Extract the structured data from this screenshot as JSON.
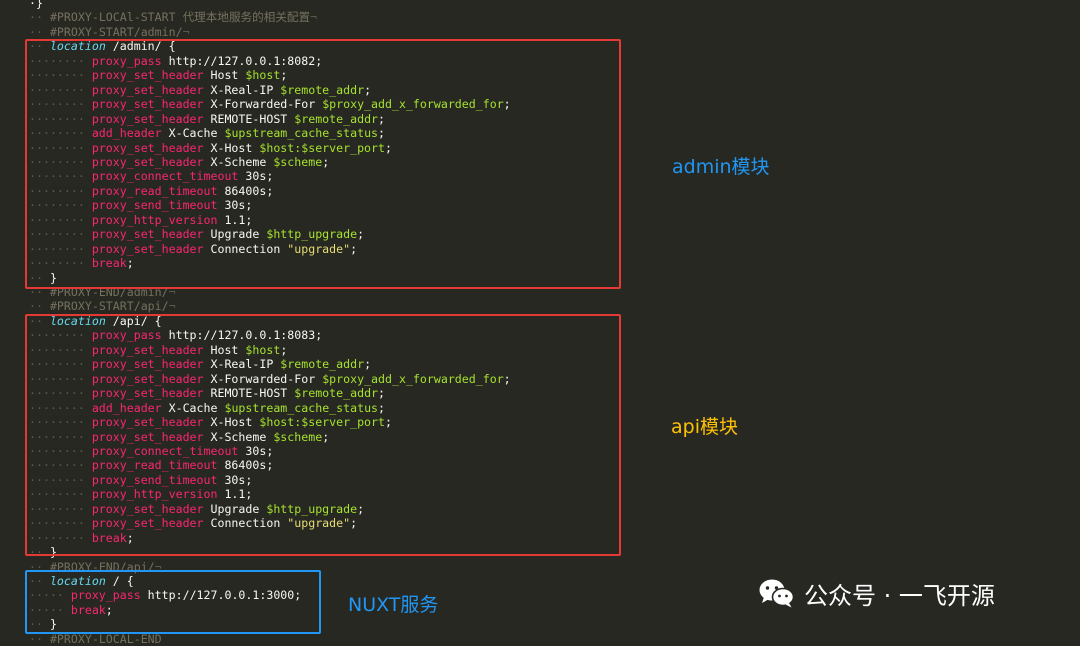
{
  "colors": {
    "background": "#272822",
    "box_admin": "#e53935",
    "box_api": "#e53935",
    "box_nuxt": "#2196f3",
    "label_admin": "#2196f3",
    "label_api": "#ffc107",
    "label_nuxt": "#2196f3"
  },
  "code": {
    "lines": [
      {
        "segs": [
          {
            "t": "·}",
            "c": "punc"
          }
        ]
      },
      {
        "segs": [
          {
            "t": "·· ",
            "c": "dots"
          },
          {
            "t": "#PROXY-LOCAl-START 代理本地服务的相关配置",
            "c": "comment"
          },
          {
            "t": "¬",
            "c": "nl"
          }
        ]
      },
      {
        "segs": [
          {
            "t": "·· ",
            "c": "dots"
          },
          {
            "t": "#PROXY-START/admin/",
            "c": "comment"
          },
          {
            "t": "¬",
            "c": "nl"
          }
        ]
      },
      {
        "segs": [
          {
            "t": "·· ",
            "c": "dots"
          },
          {
            "t": "location",
            "c": "kw"
          },
          {
            "t": " /admin/ {",
            "c": "val"
          }
        ]
      },
      {
        "segs": [
          {
            "t": "········ ",
            "c": "dots"
          },
          {
            "t": "proxy_pass",
            "c": "dir"
          },
          {
            "t": " http://127.0.0.1:8082;",
            "c": "val"
          }
        ]
      },
      {
        "segs": [
          {
            "t": "········ ",
            "c": "dots"
          },
          {
            "t": "proxy_set_header",
            "c": "dir"
          },
          {
            "t": " Host ",
            "c": "val"
          },
          {
            "t": "$host",
            "c": "var"
          },
          {
            "t": ";",
            "c": "punc"
          }
        ]
      },
      {
        "segs": [
          {
            "t": "········ ",
            "c": "dots"
          },
          {
            "t": "proxy_set_header",
            "c": "dir"
          },
          {
            "t": " X-Real-IP ",
            "c": "val"
          },
          {
            "t": "$remote_addr",
            "c": "var"
          },
          {
            "t": ";",
            "c": "punc"
          }
        ]
      },
      {
        "segs": [
          {
            "t": "········ ",
            "c": "dots"
          },
          {
            "t": "proxy_set_header",
            "c": "dir"
          },
          {
            "t": " X-Forwarded-For ",
            "c": "val"
          },
          {
            "t": "$proxy_add_x_forwarded_for",
            "c": "var"
          },
          {
            "t": ";",
            "c": "punc"
          }
        ]
      },
      {
        "segs": [
          {
            "t": "········ ",
            "c": "dots"
          },
          {
            "t": "proxy_set_header",
            "c": "dir"
          },
          {
            "t": " REMOTE-HOST ",
            "c": "val"
          },
          {
            "t": "$remote_addr",
            "c": "var"
          },
          {
            "t": ";",
            "c": "punc"
          }
        ]
      },
      {
        "segs": [
          {
            "t": "········ ",
            "c": "dots"
          },
          {
            "t": "add_header",
            "c": "dir"
          },
          {
            "t": " X-Cache ",
            "c": "val"
          },
          {
            "t": "$upstream_cache_status",
            "c": "var"
          },
          {
            "t": ";",
            "c": "punc"
          }
        ]
      },
      {
        "segs": [
          {
            "t": "········ ",
            "c": "dots"
          },
          {
            "t": "proxy_set_header",
            "c": "dir"
          },
          {
            "t": " X-Host ",
            "c": "val"
          },
          {
            "t": "$host:$server_port",
            "c": "var"
          },
          {
            "t": ";",
            "c": "punc"
          }
        ]
      },
      {
        "segs": [
          {
            "t": "········ ",
            "c": "dots"
          },
          {
            "t": "proxy_set_header",
            "c": "dir"
          },
          {
            "t": " X-Scheme ",
            "c": "val"
          },
          {
            "t": "$scheme",
            "c": "var"
          },
          {
            "t": ";",
            "c": "punc"
          }
        ]
      },
      {
        "segs": [
          {
            "t": "········ ",
            "c": "dots"
          },
          {
            "t": "proxy_connect_timeout",
            "c": "dir"
          },
          {
            "t": " 30s;",
            "c": "val"
          }
        ]
      },
      {
        "segs": [
          {
            "t": "········ ",
            "c": "dots"
          },
          {
            "t": "proxy_read_timeout",
            "c": "dir"
          },
          {
            "t": " 86400s;",
            "c": "val"
          }
        ]
      },
      {
        "segs": [
          {
            "t": "········ ",
            "c": "dots"
          },
          {
            "t": "proxy_send_timeout",
            "c": "dir"
          },
          {
            "t": " 30s;",
            "c": "val"
          }
        ]
      },
      {
        "segs": [
          {
            "t": "········ ",
            "c": "dots"
          },
          {
            "t": "proxy_http_version",
            "c": "dir"
          },
          {
            "t": " 1.1;",
            "c": "val"
          }
        ]
      },
      {
        "segs": [
          {
            "t": "········ ",
            "c": "dots"
          },
          {
            "t": "proxy_set_header",
            "c": "dir"
          },
          {
            "t": " Upgrade ",
            "c": "val"
          },
          {
            "t": "$http_upgrade",
            "c": "var"
          },
          {
            "t": ";",
            "c": "punc"
          }
        ]
      },
      {
        "segs": [
          {
            "t": "········ ",
            "c": "dots"
          },
          {
            "t": "proxy_set_header",
            "c": "dir"
          },
          {
            "t": " Connection ",
            "c": "val"
          },
          {
            "t": "\"upgrade\"",
            "c": "str"
          },
          {
            "t": ";",
            "c": "punc"
          }
        ]
      },
      {
        "segs": [
          {
            "t": "········ ",
            "c": "dots"
          },
          {
            "t": "break",
            "c": "dir"
          },
          {
            "t": ";",
            "c": "punc"
          }
        ]
      },
      {
        "segs": [
          {
            "t": "·· ",
            "c": "dots"
          },
          {
            "t": "}",
            "c": "punc"
          }
        ]
      },
      {
        "segs": [
          {
            "t": "·· ",
            "c": "dots"
          },
          {
            "t": "#PROXY-END/admin/",
            "c": "comment"
          },
          {
            "t": "¬",
            "c": "nl"
          }
        ]
      },
      {
        "segs": [
          {
            "t": "·· ",
            "c": "dots"
          },
          {
            "t": "#PROXY-START/api/",
            "c": "comment"
          },
          {
            "t": "¬",
            "c": "nl"
          }
        ]
      },
      {
        "segs": [
          {
            "t": "·· ",
            "c": "dots"
          },
          {
            "t": "location",
            "c": "kw"
          },
          {
            "t": " /api/ {",
            "c": "val"
          }
        ]
      },
      {
        "segs": [
          {
            "t": "········ ",
            "c": "dots"
          },
          {
            "t": "proxy_pass",
            "c": "dir"
          },
          {
            "t": " http://127.0.0.1:8083;",
            "c": "val"
          }
        ]
      },
      {
        "segs": [
          {
            "t": "········ ",
            "c": "dots"
          },
          {
            "t": "proxy_set_header",
            "c": "dir"
          },
          {
            "t": " Host ",
            "c": "val"
          },
          {
            "t": "$host",
            "c": "var"
          },
          {
            "t": ";",
            "c": "punc"
          }
        ]
      },
      {
        "segs": [
          {
            "t": "········ ",
            "c": "dots"
          },
          {
            "t": "proxy_set_header",
            "c": "dir"
          },
          {
            "t": " X-Real-IP ",
            "c": "val"
          },
          {
            "t": "$remote_addr",
            "c": "var"
          },
          {
            "t": ";",
            "c": "punc"
          }
        ]
      },
      {
        "segs": [
          {
            "t": "········ ",
            "c": "dots"
          },
          {
            "t": "proxy_set_header",
            "c": "dir"
          },
          {
            "t": " X-Forwarded-For ",
            "c": "val"
          },
          {
            "t": "$proxy_add_x_forwarded_for",
            "c": "var"
          },
          {
            "t": ";",
            "c": "punc"
          }
        ]
      },
      {
        "segs": [
          {
            "t": "········ ",
            "c": "dots"
          },
          {
            "t": "proxy_set_header",
            "c": "dir"
          },
          {
            "t": " REMOTE-HOST ",
            "c": "val"
          },
          {
            "t": "$remote_addr",
            "c": "var"
          },
          {
            "t": ";",
            "c": "punc"
          }
        ]
      },
      {
        "segs": [
          {
            "t": "········ ",
            "c": "dots"
          },
          {
            "t": "add_header",
            "c": "dir"
          },
          {
            "t": " X-Cache ",
            "c": "val"
          },
          {
            "t": "$upstream_cache_status",
            "c": "var"
          },
          {
            "t": ";",
            "c": "punc"
          }
        ]
      },
      {
        "segs": [
          {
            "t": "········ ",
            "c": "dots"
          },
          {
            "t": "proxy_set_header",
            "c": "dir"
          },
          {
            "t": " X-Host ",
            "c": "val"
          },
          {
            "t": "$host:$server_port",
            "c": "var"
          },
          {
            "t": ";",
            "c": "punc"
          }
        ]
      },
      {
        "segs": [
          {
            "t": "········ ",
            "c": "dots"
          },
          {
            "t": "proxy_set_header",
            "c": "dir"
          },
          {
            "t": " X-Scheme ",
            "c": "val"
          },
          {
            "t": "$scheme",
            "c": "var"
          },
          {
            "t": ";",
            "c": "punc"
          }
        ]
      },
      {
        "segs": [
          {
            "t": "········ ",
            "c": "dots"
          },
          {
            "t": "proxy_connect_timeout",
            "c": "dir"
          },
          {
            "t": " 30s;",
            "c": "val"
          }
        ]
      },
      {
        "segs": [
          {
            "t": "········ ",
            "c": "dots"
          },
          {
            "t": "proxy_read_timeout",
            "c": "dir"
          },
          {
            "t": " 86400s;",
            "c": "val"
          }
        ]
      },
      {
        "segs": [
          {
            "t": "········ ",
            "c": "dots"
          },
          {
            "t": "proxy_send_timeout",
            "c": "dir"
          },
          {
            "t": " 30s;",
            "c": "val"
          }
        ]
      },
      {
        "segs": [
          {
            "t": "········ ",
            "c": "dots"
          },
          {
            "t": "proxy_http_version",
            "c": "dir"
          },
          {
            "t": " 1.1;",
            "c": "val"
          }
        ]
      },
      {
        "segs": [
          {
            "t": "········ ",
            "c": "dots"
          },
          {
            "t": "proxy_set_header",
            "c": "dir"
          },
          {
            "t": " Upgrade ",
            "c": "val"
          },
          {
            "t": "$http_upgrade",
            "c": "var"
          },
          {
            "t": ";",
            "c": "punc"
          }
        ]
      },
      {
        "segs": [
          {
            "t": "········ ",
            "c": "dots"
          },
          {
            "t": "proxy_set_header",
            "c": "dir"
          },
          {
            "t": " Connection ",
            "c": "val"
          },
          {
            "t": "\"upgrade\"",
            "c": "str"
          },
          {
            "t": ";",
            "c": "punc"
          }
        ]
      },
      {
        "segs": [
          {
            "t": "········ ",
            "c": "dots"
          },
          {
            "t": "break",
            "c": "dir"
          },
          {
            "t": ";",
            "c": "punc"
          }
        ]
      },
      {
        "segs": [
          {
            "t": "·· ",
            "c": "dots"
          },
          {
            "t": "}",
            "c": "punc"
          }
        ]
      },
      {
        "segs": [
          {
            "t": "·· ",
            "c": "dots"
          },
          {
            "t": "#PROXY-END/api/",
            "c": "comment"
          },
          {
            "t": "¬",
            "c": "nl"
          }
        ]
      },
      {
        "segs": [
          {
            "t": "·· ",
            "c": "dots"
          },
          {
            "t": "location",
            "c": "kw"
          },
          {
            "t": " / {",
            "c": "val"
          }
        ]
      },
      {
        "segs": [
          {
            "t": "····· ",
            "c": "dots"
          },
          {
            "t": "proxy_pass",
            "c": "dir"
          },
          {
            "t": " http://127.0.0.1:3000;",
            "c": "val"
          }
        ]
      },
      {
        "segs": [
          {
            "t": "····· ",
            "c": "dots"
          },
          {
            "t": "break",
            "c": "dir"
          },
          {
            "t": ";",
            "c": "punc"
          }
        ]
      },
      {
        "segs": [
          {
            "t": "·· ",
            "c": "dots"
          },
          {
            "t": "}",
            "c": "punc"
          }
        ]
      },
      {
        "segs": [
          {
            "t": "·· ",
            "c": "dots"
          },
          {
            "t": "#PROXY-LOCAL-END",
            "c": "comment"
          }
        ]
      }
    ]
  },
  "annotations": {
    "admin": "admin模块",
    "api": "api模块",
    "nuxt": "NUXT服务"
  },
  "watermark": {
    "icon": "wechat-icon",
    "text": "公众号 · 一飞开源"
  }
}
